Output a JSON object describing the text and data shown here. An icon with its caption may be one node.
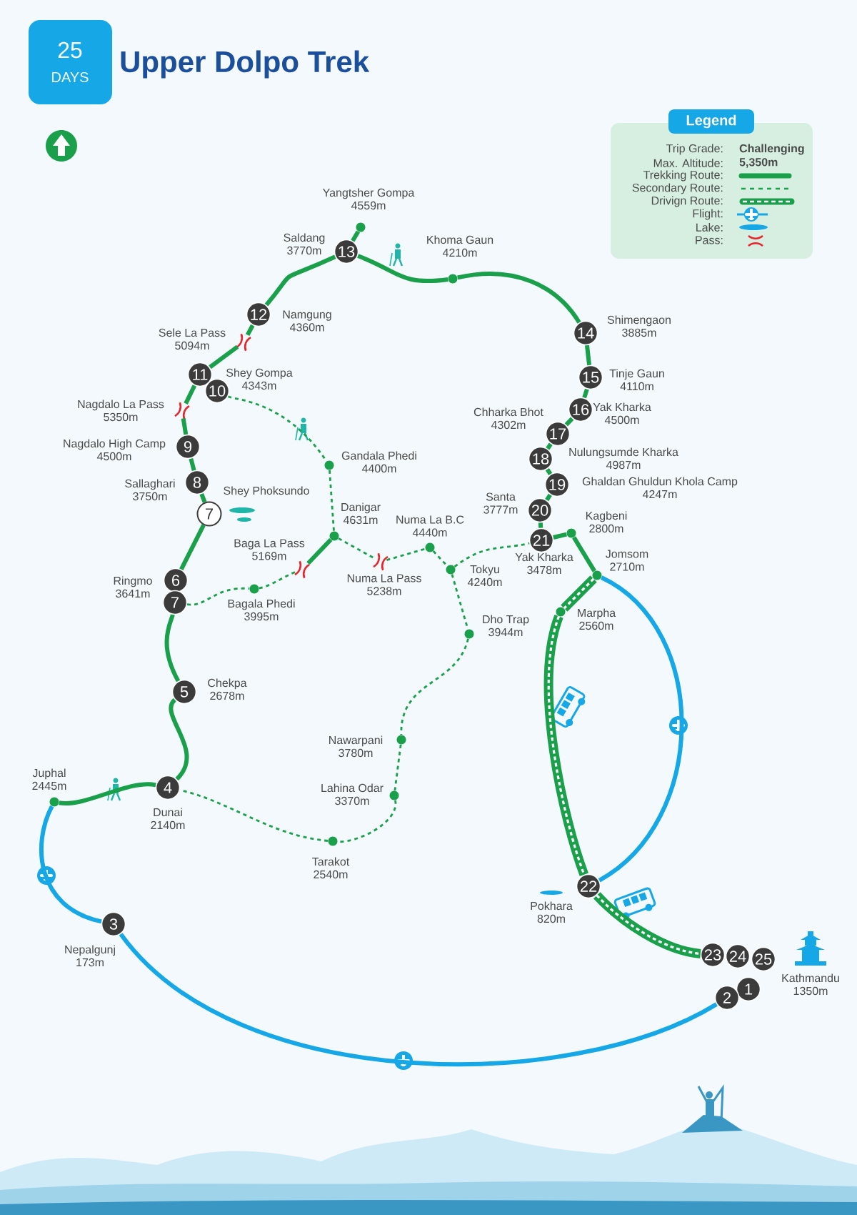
{
  "diagram": {
    "title": "Upper Dolpo Trek",
    "nodes": [
      {
        "text": [],
        "shape": "circle",
        "beside": [
          "Juphal",
          "2445m"
        ]
      },
      {
        "text": [
          "4"
        ],
        "beside": [
          "Dunai",
          "2140m"
        ]
      },
      {
        "text": [
          "5"
        ],
        "beside": [
          "Chekpa",
          "2678m"
        ]
      },
      {
        "text": [
          "6"
        ],
        "beside": [
          "Ringmo",
          "3641m"
        ]
      },
      {
        "text": [
          "7"
        ]
      },
      {
        "text": [
          "7"
        ],
        "beside": [
          "Shey Phoksundo"
        ]
      },
      {
        "text": [
          "8"
        ],
        "beside": [
          "Sallaghari",
          "3750m"
        ]
      },
      {
        "text": [
          "9"
        ],
        "beside": [
          "Nagdalo High Camp",
          "4500m"
        ]
      },
      {
        "text": [],
        "shape": "pass",
        "beside": [
          "Nagdalo La Pass",
          "5350m"
        ]
      },
      {
        "text": [
          "10"
        ]
      },
      {
        "text": [
          "11"
        ],
        "beside": [
          "Shey Gompa",
          "4343m"
        ]
      },
      {
        "text": [],
        "shape": "pass",
        "beside": [
          "Sele La Pass",
          "5094m"
        ]
      },
      {
        "text": [
          "12"
        ],
        "beside": [
          "Namgung",
          "4360m"
        ]
      },
      {
        "text": [
          "13"
        ],
        "beside": [
          "Saldang",
          "3770m"
        ]
      },
      {
        "text": [],
        "shape": "circle",
        "beside": [
          "Yangtsher Gompa",
          "4559m"
        ]
      },
      {
        "text": [],
        "shape": "circle",
        "beside": [
          "Khoma Gaun",
          "4210m"
        ]
      },
      {
        "text": [
          "14"
        ],
        "beside": [
          "Shimengaon",
          "3885m"
        ]
      },
      {
        "text": [
          "15"
        ],
        "beside": [
          "Tinje Gaun",
          "4110m"
        ]
      },
      {
        "text": [
          "16"
        ],
        "beside": [
          "Yak Kharka",
          "4500m"
        ]
      },
      {
        "text": [
          "17"
        ],
        "beside": [
          "Chharka Bhot",
          "4302m"
        ]
      },
      {
        "text": [
          "18"
        ],
        "beside": [
          "Nulungsumde Kharka",
          "4987m"
        ]
      },
      {
        "text": [
          "19"
        ],
        "beside": [
          "Ghaldan Ghuldun Khola Camp",
          "4247m"
        ]
      },
      {
        "text": [
          "20"
        ],
        "beside": [
          "Santa",
          "3777m"
        ]
      },
      {
        "text": [
          "21"
        ],
        "beside": [
          "Yak Kharka",
          "3478m"
        ]
      },
      {
        "text": [],
        "shape": "circle",
        "beside": [
          "Kagbeni",
          "2800m"
        ]
      },
      {
        "text": [],
        "shape": "circle",
        "beside": [
          "Jomsom",
          "2710m"
        ]
      },
      {
        "text": [],
        "shape": "circle",
        "beside": [
          "Marpha",
          "2560m"
        ]
      },
      {
        "text": [
          "22"
        ],
        "beside": [
          "Pokhara",
          "820m"
        ]
      },
      {
        "text": [
          "23"
        ]
      },
      {
        "text": [
          "24"
        ]
      },
      {
        "text": [
          "25"
        ]
      },
      {
        "text": [
          "1"
        ]
      },
      {
        "text": [
          "2"
        ]
      },
      {
        "text": [
          "3"
        ],
        "beside": [
          "Nepalgunj",
          "173m"
        ]
      },
      {
        "text": [],
        "shape": "circle",
        "beside": [
          "Gandala Phedi",
          "4400m"
        ]
      },
      {
        "text": [],
        "shape": "circle",
        "beside": [
          "Danigar",
          "4631m"
        ]
      },
      {
        "text": [],
        "shape": "pass",
        "beside": [
          "Baga La Pass",
          "5169m"
        ]
      },
      {
        "text": [],
        "shape": "circle",
        "beside": [
          "Bagala Phedi",
          "3995m"
        ]
      },
      {
        "text": [],
        "shape": "pass",
        "beside": [
          "Numa La Pass",
          "5238m"
        ]
      },
      {
        "text": [],
        "shape": "circle",
        "beside": [
          "Numa La B.C",
          "4440m"
        ]
      },
      {
        "text": [],
        "shape": "circle",
        "beside": [
          "Tokyu",
          "4240m"
        ]
      },
      {
        "text": [],
        "shape": "circle",
        "beside": [
          "Dho Trap",
          "3944m"
        ]
      },
      {
        "text": [],
        "shape": "circle",
        "beside": [
          "Nawarpani",
          "3780m"
        ]
      },
      {
        "text": [],
        "shape": "circle",
        "beside": [
          "Lahina Odar",
          "3370m"
        ]
      },
      {
        "text": [],
        "shape": "circle",
        "beside": [
          "Tarakot",
          "2540m"
        ]
      }
    ],
    "edges": [
      {
        "from": 0,
        "to": 1,
        "arrow": "none"
      },
      {
        "from": 1,
        "to": 2,
        "arrow": "none"
      },
      {
        "from": 2,
        "to": 4,
        "arrow": "none"
      },
      {
        "from": 3,
        "to": 5,
        "arrow": "none"
      },
      {
        "from": 5,
        "to": 6,
        "arrow": "none"
      },
      {
        "from": 6,
        "to": 7,
        "arrow": "none"
      },
      {
        "from": 7,
        "to": 8,
        "arrow": "none"
      },
      {
        "from": 8,
        "to": 10,
        "arrow": "none"
      },
      {
        "from": 10,
        "to": 11,
        "arrow": "none"
      },
      {
        "from": 11,
        "to": 12,
        "arrow": "none"
      },
      {
        "from": 12,
        "to": 13,
        "arrow": "none"
      },
      {
        "from": 13,
        "to": 14,
        "arrow": "none"
      },
      {
        "from": 13,
        "to": 15,
        "arrow": "none"
      },
      {
        "from": 15,
        "to": 16,
        "arrow": "none"
      },
      {
        "from": 16,
        "to": 17,
        "arrow": "none"
      },
      {
        "from": 17,
        "to": 18,
        "arrow": "none"
      },
      {
        "from": 18,
        "to": 19,
        "arrow": "none"
      },
      {
        "from": 19,
        "to": 20,
        "arrow": "none"
      },
      {
        "from": 20,
        "to": 21,
        "arrow": "none"
      },
      {
        "from": 21,
        "to": 22,
        "arrow": "none"
      },
      {
        "from": 22,
        "to": 23,
        "arrow": "none"
      },
      {
        "from": 23,
        "to": 24,
        "arrow": "none"
      },
      {
        "from": 24,
        "to": 25,
        "arrow": "none"
      },
      {
        "from": 35,
        "to": 36,
        "arrow": "none"
      },
      {
        "from": 9,
        "to": 34,
        "arrow": "none",
        "style": "dashed"
      },
      {
        "from": 34,
        "to": 35,
        "arrow": "none",
        "style": "dashed"
      },
      {
        "from": 35,
        "to": 38,
        "arrow": "none",
        "style": "dashed"
      },
      {
        "from": 38,
        "to": 39,
        "arrow": "none",
        "style": "dashed"
      },
      {
        "from": 39,
        "to": 40,
        "arrow": "none",
        "style": "dashed"
      },
      {
        "from": 40,
        "to": 23,
        "arrow": "none",
        "style": "dashed"
      },
      {
        "from": 40,
        "to": 41,
        "arrow": "none",
        "style": "dashed"
      },
      {
        "from": 41,
        "to": 42,
        "arrow": "none",
        "style": "dashed"
      },
      {
        "from": 42,
        "to": 43,
        "arrow": "none",
        "style": "dashed"
      },
      {
        "from": 43,
        "to": 44,
        "arrow": "none",
        "style": "dashed"
      },
      {
        "from": 44,
        "to": 1,
        "arrow": "none",
        "style": "dashed"
      },
      {
        "from": 4,
        "to": 37,
        "arrow": "none",
        "style": "dashed"
      },
      {
        "from": 37,
        "to": 36,
        "arrow": "none",
        "style": "dashed"
      },
      {
        "from": 25,
        "to": 26,
        "arrow": "none",
        "style": "thick"
      },
      {
        "from": 26,
        "to": 27,
        "arrow": "none",
        "style": "thick"
      },
      {
        "from": 27,
        "to": 28,
        "arrow": "none",
        "style": "thick"
      },
      {
        "from": 25,
        "to": 27,
        "arrow": "none",
        "color": "#16a7e6"
      },
      {
        "from": 32,
        "to": 33,
        "arrow": "none",
        "color": "#16a7e6"
      },
      {
        "from": 33,
        "to": 0,
        "arrow": "none",
        "color": "#16a7e6"
      }
    ],
    "labels": [
      "25",
      "DAYS",
      "Legend",
      "Trip Grade:",
      "Challenging",
      "Max. Altitude:",
      "5,350m",
      "Kathmandu",
      "1350m"
    ],
    "legend": [
      {
        "text": "Trekking Route:"
      },
      {
        "text": "Secondary Route:"
      },
      {
        "text": "Drivign Route:"
      },
      {
        "text": "Flight:"
      },
      {
        "text": "Lake:"
      },
      {
        "text": "Pass:"
      }
    ]
  }
}
